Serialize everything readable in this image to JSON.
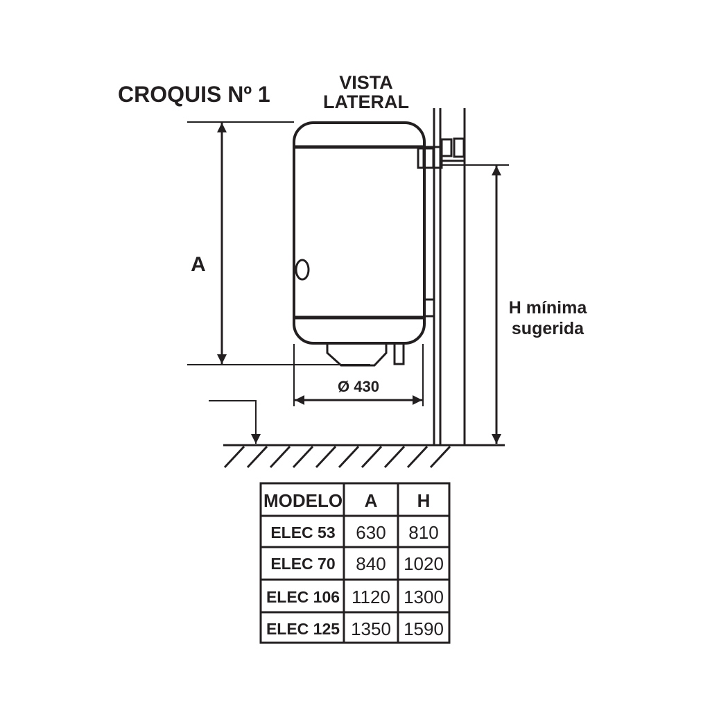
{
  "diagram": {
    "title": "CROQUIS Nº 1",
    "view_label_line1": "VISTA",
    "view_label_line2": "LATERAL",
    "dim_a_label": "A",
    "diameter_label": "Ø 430",
    "h_label_line1": "H mínima",
    "h_label_line2": "sugerida"
  },
  "table": {
    "headers": [
      "MODELO",
      "A",
      "H"
    ],
    "rows": [
      [
        "ELEC 53",
        "630",
        "810"
      ],
      [
        "ELEC 70",
        "840",
        "1020"
      ],
      [
        "ELEC 106",
        "1120",
        "1300"
      ],
      [
        "ELEC 125",
        "1350",
        "1590"
      ]
    ]
  },
  "colors": {
    "ink": "#231f20",
    "background": "#ffffff"
  }
}
